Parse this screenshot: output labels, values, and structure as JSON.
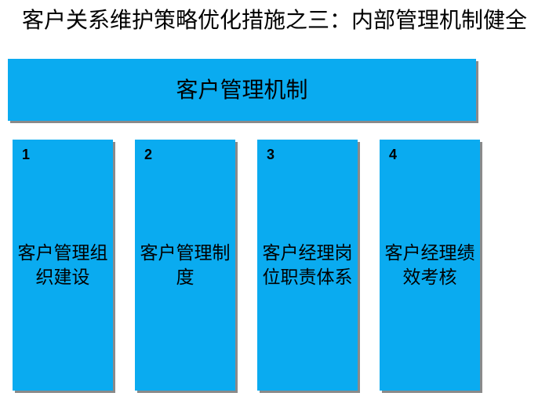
{
  "title": "客户关系维护策略优化措施之三：内部管理机制健全",
  "header": {
    "label": "客户管理机制"
  },
  "columns": [
    {
      "number": "1",
      "label": "客户管理组织建设"
    },
    {
      "number": "2",
      "label": "客户管理制度"
    },
    {
      "number": "3",
      "label": "客户经理岗位职责体系"
    },
    {
      "number": "4",
      "label": "客户经理绩效考核"
    }
  ],
  "colors": {
    "box_fill": "#0aabf0",
    "shadow": "#8a8a8a",
    "text": "#000000"
  }
}
